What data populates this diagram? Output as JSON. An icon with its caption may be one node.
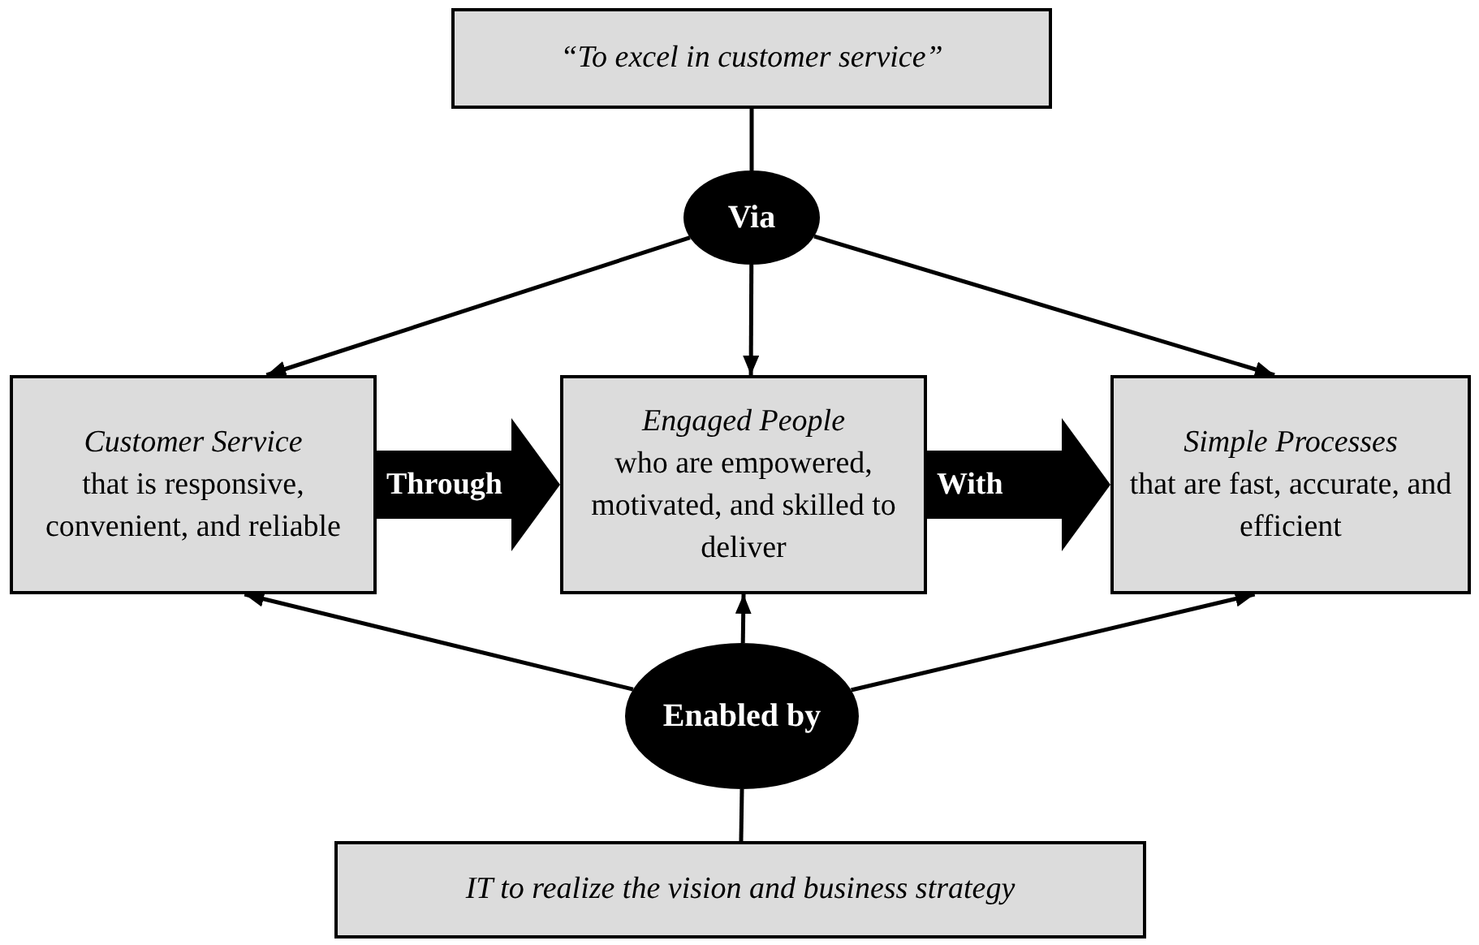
{
  "diagram": {
    "nodes": [
      {
        "text": [
          "“To excel in customer service”"
        ]
      },
      {
        "text": [
          "Via"
        ]
      },
      {
        "text": [
          "Customer Service",
          "that is responsive, convenient, and reliable"
        ]
      },
      {
        "text": [
          "Engaged People",
          "who are empowered, motivated, and skilled to deliver"
        ]
      },
      {
        "text": [
          "Simple Processes",
          "that are fast, accurate, and efficient"
        ]
      },
      {
        "text": [
          "Enabled by"
        ]
      },
      {
        "text": [
          "IT to realize the vision and business strategy"
        ]
      }
    ],
    "edges": [
      {
        "from": 0,
        "to": 1,
        "arrow": "none"
      },
      {
        "from": 1,
        "to": 2,
        "arrow": "to"
      },
      {
        "from": 1,
        "to": 3,
        "arrow": "to"
      },
      {
        "from": 1,
        "to": 4,
        "arrow": "to"
      },
      {
        "from": 2,
        "to": 3,
        "arrow": "to",
        "label": "Through",
        "style": "thick"
      },
      {
        "from": 3,
        "to": 4,
        "arrow": "to",
        "label": "With",
        "style": "thick"
      },
      {
        "from": 5,
        "to": 2,
        "arrow": "to"
      },
      {
        "from": 5,
        "to": 3,
        "arrow": "to"
      },
      {
        "from": 5,
        "to": 4,
        "arrow": "to"
      },
      {
        "from": 6,
        "to": 5,
        "arrow": "none"
      }
    ]
  }
}
